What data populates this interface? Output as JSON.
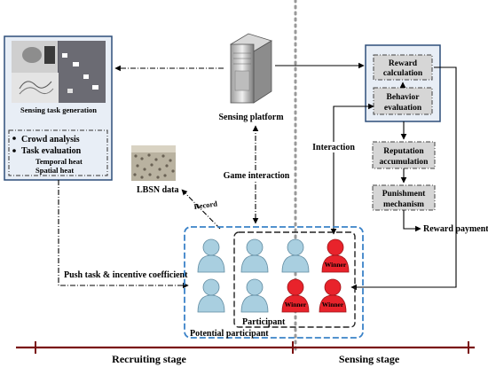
{
  "left_panel": {
    "title": "Sensing task generation",
    "bullets": [
      "Crowd analysis",
      "Task evaluation"
    ],
    "sub_items": [
      "Temporal heat",
      "Spatial heat"
    ]
  },
  "lbsn_label": "LBSN data",
  "platform_label": "Sensing platform",
  "arrows": {
    "game_interaction": "Game interaction",
    "interaction": "Interaction",
    "record": "Record",
    "push_task": "Push task & incentive coefficient",
    "reward_payment": "Reward payment"
  },
  "right_panel": {
    "reward_calculation": [
      "Reward",
      "calculation"
    ],
    "behavior_evaluation": [
      "Behavior",
      "evaluation"
    ]
  },
  "reputation_accumulation": [
    "Reputation",
    "accumulation"
  ],
  "punishment_mechanism": [
    "Punishment",
    "mechanism"
  ],
  "participants": {
    "winner_label": "Winner",
    "participant_label": "Participant",
    "potential_label": "Potential participant",
    "colors": {
      "normal": "#a9cfe0",
      "winner": "#e8232b"
    }
  },
  "stages": {
    "recruiting": "Recruiting stage",
    "sensing": "Sensing stage"
  }
}
